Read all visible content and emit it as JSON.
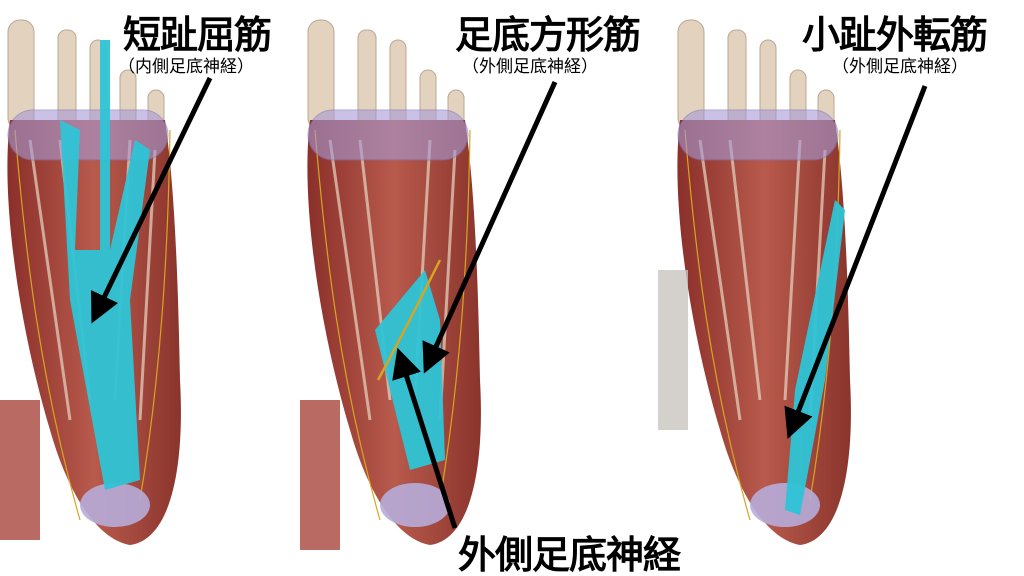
{
  "panels": [
    {
      "muscle": "短趾屈筋",
      "nerve": "（内側足底神経）"
    },
    {
      "muscle": "足底方形筋",
      "nerve": "（外側足底神経）"
    },
    {
      "muscle": "小趾外転筋",
      "nerve": "（外側足底神経）"
    }
  ],
  "bottom_label": "外側足底神経",
  "colors": {
    "highlight": "#2ec4d6",
    "muscle": "#a8463c",
    "bone": "#e6d3bc",
    "pad": "#a79bd6",
    "nerve": "#d9a520"
  }
}
